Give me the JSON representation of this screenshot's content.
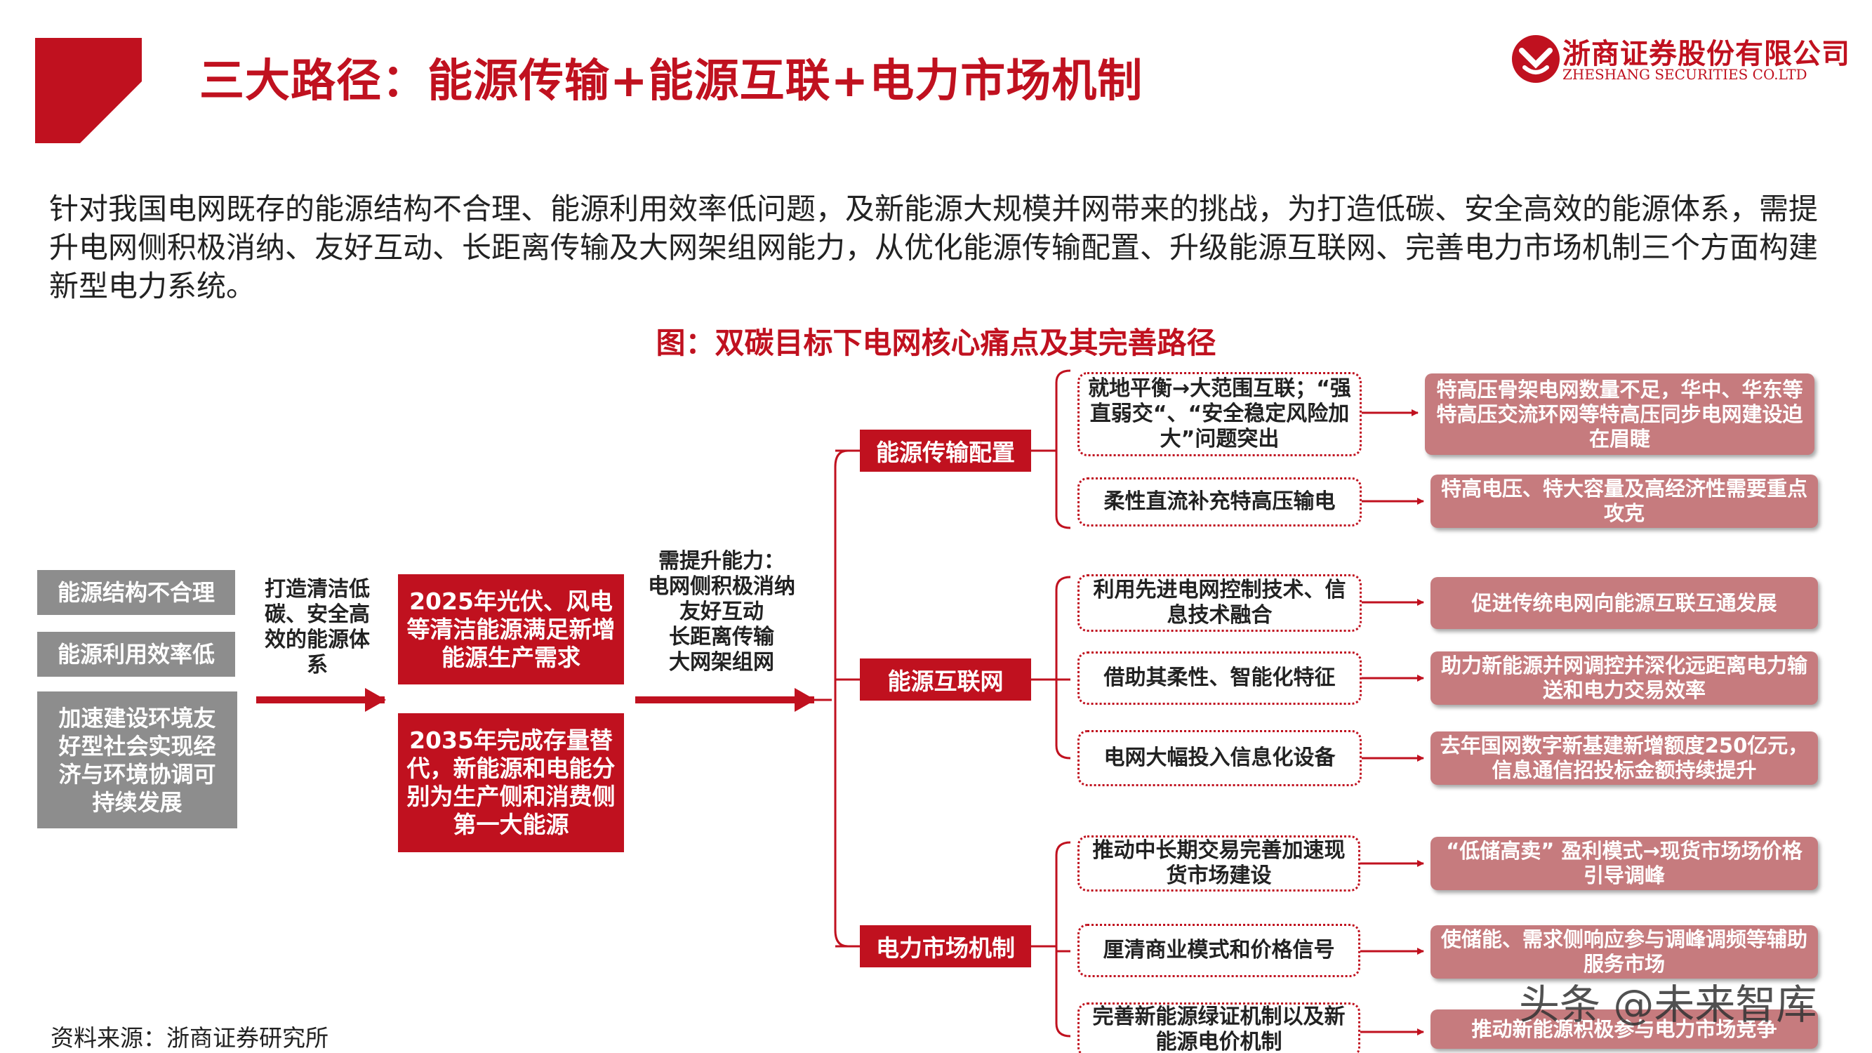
{
  "header": {
    "title": "三大路径：能源传输+能源互联+电力市场机制",
    "company_cn": "浙商证券股份有限公司",
    "company_en": "ZHESHANG SECURITIES CO.LTD"
  },
  "intro": "针对我国电网既存的能源结构不合理、能源利用效率低问题，及新能源大规模并网带来的挑战，为打造低碳、安全高效的能源体系，需提升电网侧积极消纳、友好互动、长距离传输及大网架组网能力，从优化能源传输配置、升级能源互联网、完善电力市场机制三个方面构建新型电力系统。",
  "figure_caption": "图：双碳目标下电网核心痛点及其完善路径",
  "pain_points": [
    "能源结构不合理",
    "能源利用效率低",
    "加速建设环境友好型社会实现经济与环境协调可持续发展"
  ],
  "goal": "打造清洁低碳、安全高效的能源体系",
  "targets": [
    "2025年光伏、风电等清洁能源满足新增能源生产需求",
    "2035年完成存量替代，新能源和电能分别为生产侧和消费侧第一大能源"
  ],
  "need": {
    "heading": "需提升能力：",
    "items": [
      "电网侧积极消纳",
      "友好互动",
      "长距离传输",
      "大网架组网"
    ]
  },
  "paths": [
    {
      "category": "能源传输配置",
      "items": [
        {
          "issue": "就地平衡→大范围互联；“强直弱交“、“安全稳定风险加大”问题突出",
          "action": "特高压骨架电网数量不足，华中、华东等特高压交流环网等特高压同步电网建设迫在眉睫"
        },
        {
          "issue": "柔性直流补充特高压输电",
          "action": "特高电压、特大容量及高经济性需要重点攻克"
        }
      ]
    },
    {
      "category": "能源互联网",
      "items": [
        {
          "issue": "利用先进电网控制技术、信息技术融合",
          "action": "促进传统电网向能源互联互通发展"
        },
        {
          "issue": "借助其柔性、智能化特征",
          "action": "助力新能源并网调控并深化远距离电力输送和电力交易效率"
        },
        {
          "issue": "电网大幅投入信息化设备",
          "action": "去年国网数字新基建新增额度250亿元，信息通信招投标金额持续提升"
        }
      ]
    },
    {
      "category": "电力市场机制",
      "items": [
        {
          "issue": "推动中长期交易完善加速现货市场建设",
          "action": "“低储高卖” 盈利模式→现货市场场价格引导调峰"
        },
        {
          "issue": "厘清商业模式和价格信号",
          "action": "使储能、需求侧响应参与调峰调频等辅助服务市场"
        },
        {
          "issue": "完善新能源绿证机制以及新能源电价机制",
          "action": "推动新能源积极参与电力市场竞争"
        }
      ]
    }
  ],
  "source": "资料来源：浙商证券研究所",
  "watermark": "头条 @未来智库",
  "colors": {
    "brand_red": "#c0111f",
    "gray_box": "#8d8d8d",
    "pink_box": "#c67b7e"
  }
}
